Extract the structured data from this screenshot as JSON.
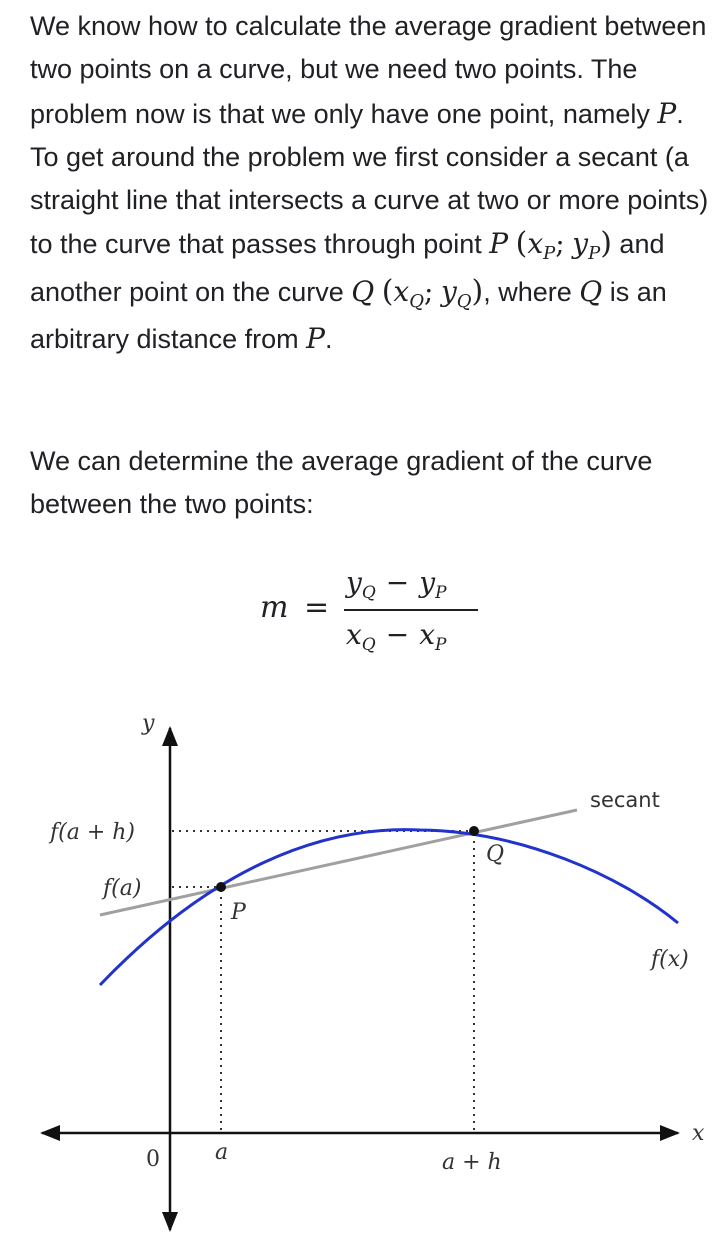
{
  "paragraph1": {
    "s1": "We know how to calculate the average gradient between two points on a curve, but we need two points. The problem now is that we only have one point, namely ",
    "P1": "P",
    "s2": ". To get around the problem we first consider a secant (a straight line that intersects a curve at two or more points) to the curve that passes through point ",
    "P2": "P",
    "P_coords": {
      "x": "x",
      "x_sub": "P",
      "sep": ";",
      "y": "y",
      "y_sub": "P"
    },
    "s3": " and another point on the curve ",
    "Q1": "Q",
    "Q_coords": {
      "x": "x",
      "x_sub": "Q",
      "sep": ";",
      "y": "y",
      "y_sub": "Q"
    },
    "s4": ", where ",
    "Q2": "Q",
    "s5": " is an arbitrary distance from ",
    "P3": "P",
    "s6": "."
  },
  "paragraph2": {
    "text": "We can determine the average gradient of the curve between the two points:"
  },
  "formula": {
    "lhs": "m",
    "eq": "=",
    "num_a": "y",
    "num_a_sub": "Q",
    "num_op": "−",
    "num_b": "y",
    "num_b_sub": "P",
    "den_a": "x",
    "den_a_sub": "Q",
    "den_op": "−",
    "den_b": "x",
    "den_b_sub": "P"
  },
  "graph": {
    "y_axis_label": "y",
    "x_axis_label": "x",
    "fah_label": "f(a + h)",
    "fa_label": "f(a)",
    "P_label": "P",
    "Q_label": "Q",
    "secant_label": "secant",
    "fx_label": "f(x)",
    "origin_label": "0",
    "a_label": "a",
    "ah_label": "a + h",
    "colors": {
      "curve": "#2233cc",
      "secant": "#a0a0a0",
      "axis": "#111111"
    }
  }
}
